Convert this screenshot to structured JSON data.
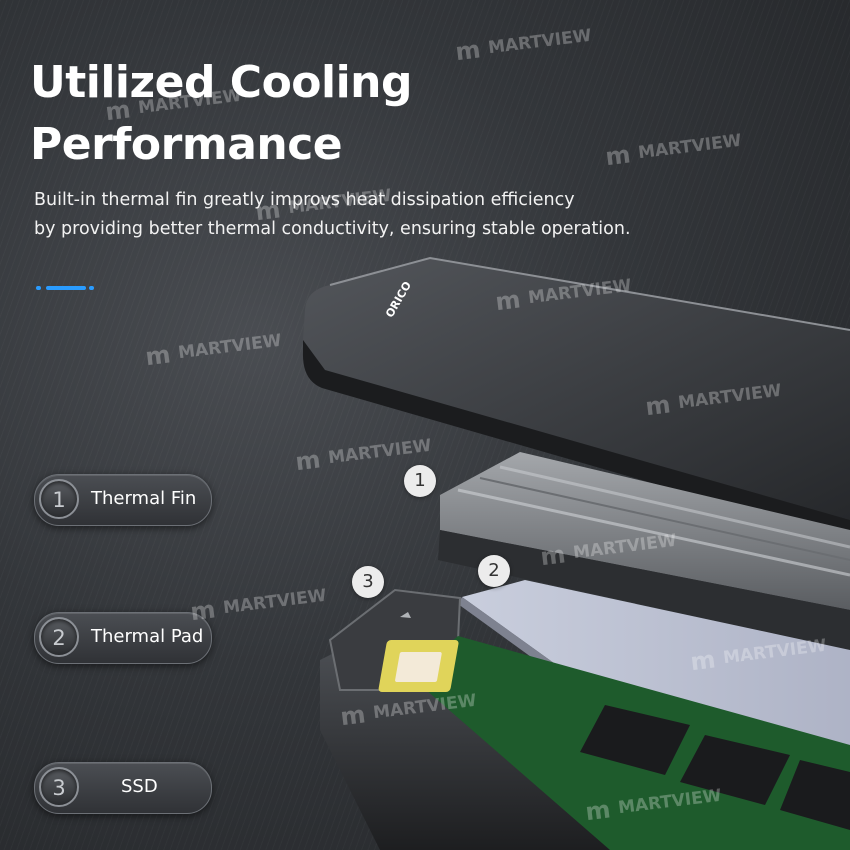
{
  "headline": {
    "line1": "Utilized Cooling",
    "line2": "Performance"
  },
  "description": {
    "line1": "Built-in thermal fin greatly improvs heat dissipation efficiency",
    "line2": "by providing better thermal conductivity, ensuring stable operation."
  },
  "accent_color": "#2a9cff",
  "components": [
    {
      "number": "1",
      "label": "Thermal Fin"
    },
    {
      "number": "2",
      "label": "Thermal Pad"
    },
    {
      "number": "3",
      "label": "SSD"
    }
  ],
  "callouts": [
    "1",
    "2",
    "3"
  ],
  "product": {
    "brand_logo": "ORICO"
  },
  "watermark": {
    "text": "MARTVIEW",
    "logo": "m"
  }
}
